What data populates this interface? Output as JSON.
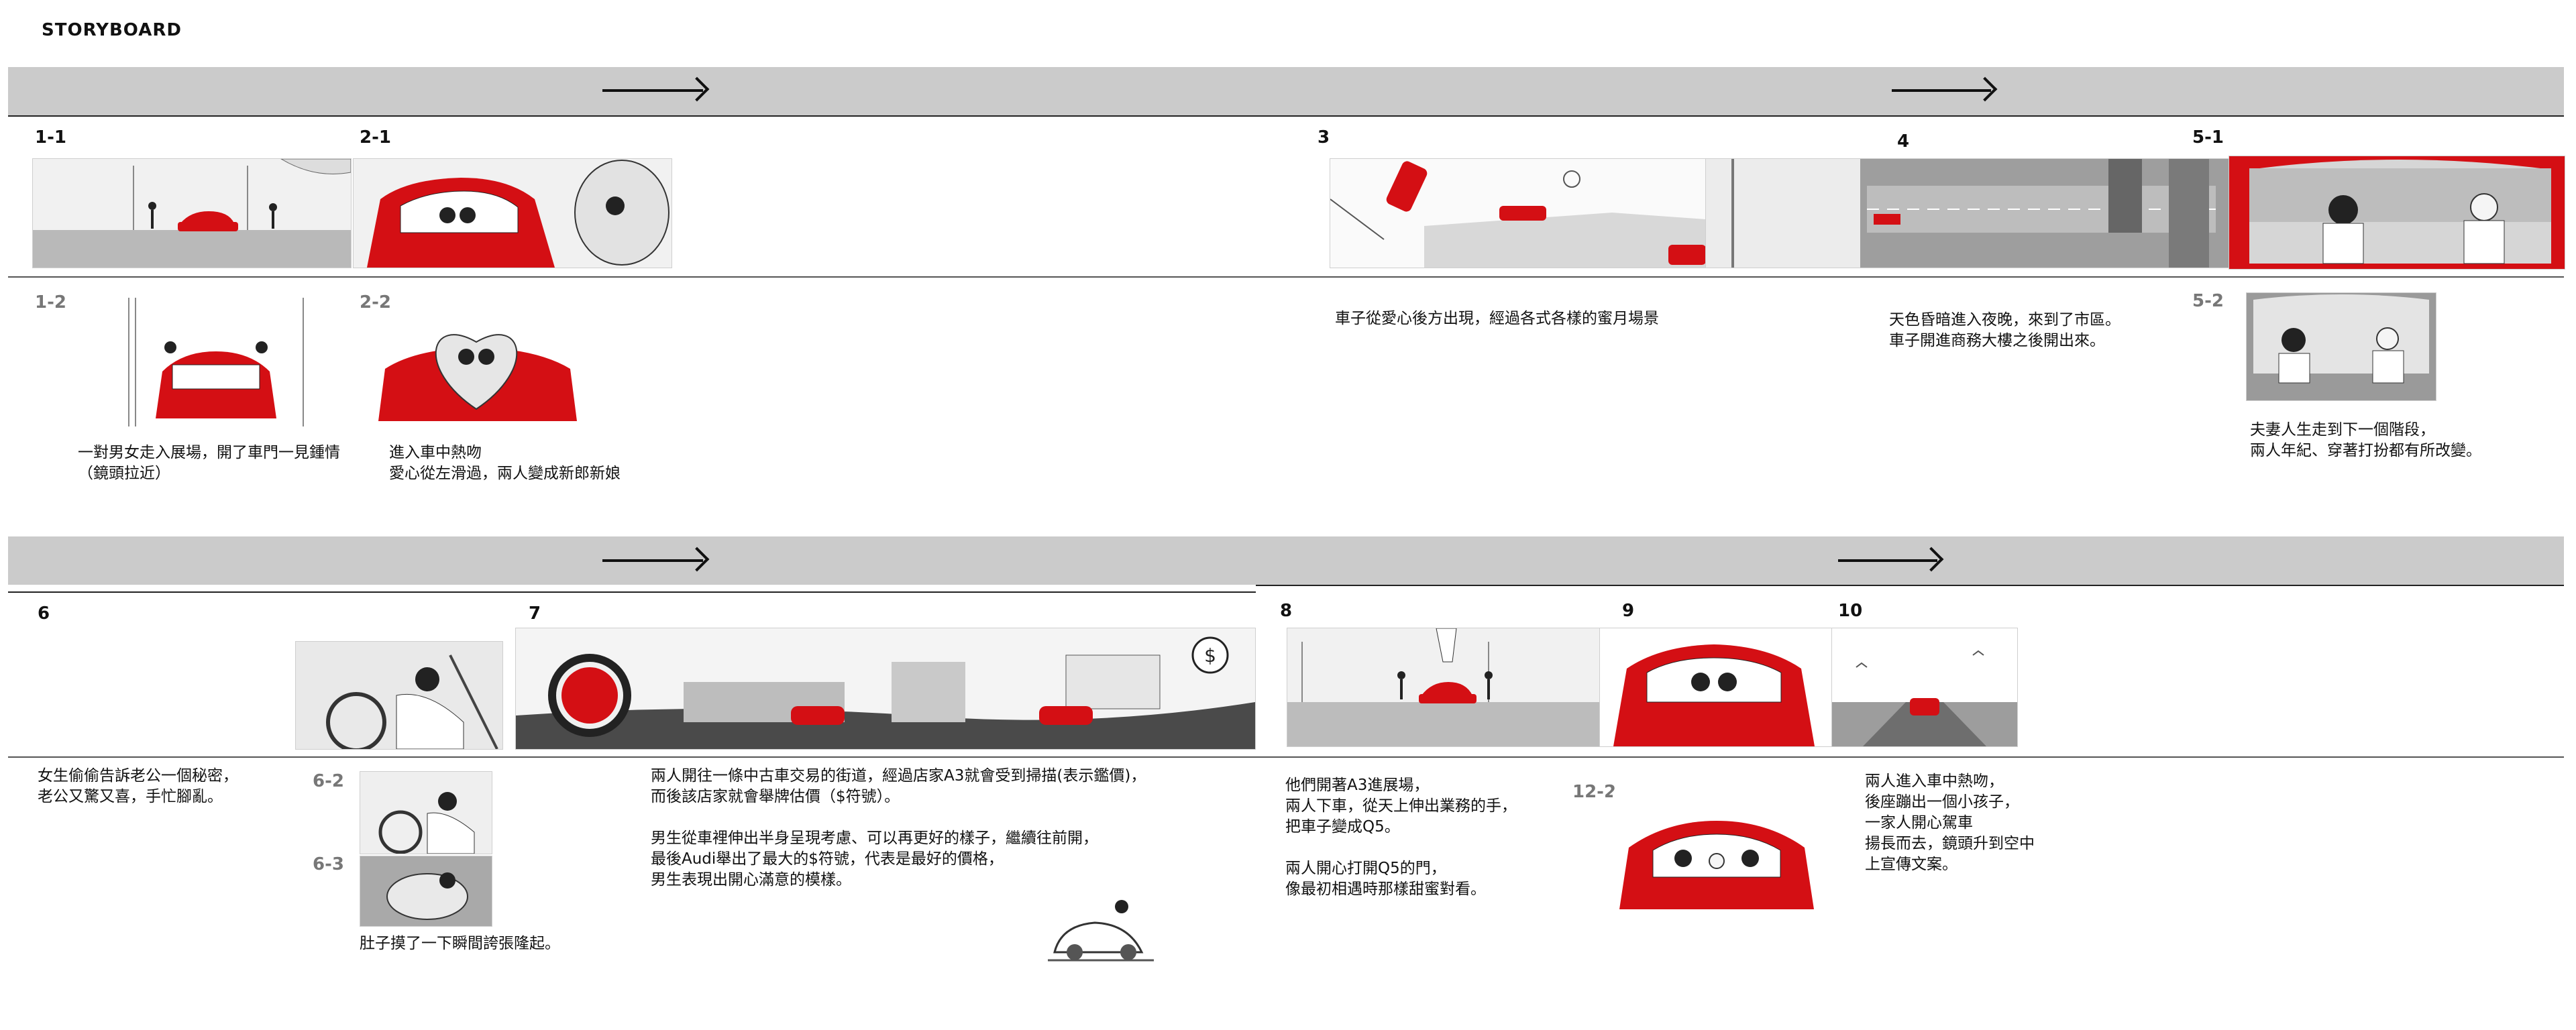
{
  "page": {
    "title": "STORYBOARD"
  },
  "colors": {
    "accent_red": "#d40f14",
    "band_grey": "#cbcbcb",
    "ink": "#111111"
  },
  "scenes": {
    "s1_1": {
      "label": "1-1"
    },
    "s1_2": {
      "label": "1-2",
      "caption": "一對男女走入展場，開了車門一見鍾情\n（鏡頭拉近）"
    },
    "s2_1": {
      "label": "2-1"
    },
    "s2_2": {
      "label": "2-2",
      "caption": "進入車中熱吻\n愛心從左滑過，兩人變成新郎新娘"
    },
    "s3": {
      "label": "3",
      "caption": "車子從愛心後方出現，經過各式各樣的蜜月場景"
    },
    "s4": {
      "label": "4",
      "caption": "天色昏暗進入夜晚，來到了市區。\n車子開進商務大樓之後開出來。"
    },
    "s5_1": {
      "label": "5-1"
    },
    "s5_2": {
      "label": "5-2",
      "caption": "夫妻人生走到下一個階段，\n兩人年紀、穿著打扮都有所改變。"
    },
    "s6": {
      "label": "6",
      "caption": "女生偷偷告訴老公一個秘密，\n老公又驚又喜，手忙腳亂。"
    },
    "s6_2": {
      "label": "6-2"
    },
    "s6_3": {
      "label": "6-3",
      "caption": "肚子摸了一下瞬間誇張隆起。"
    },
    "s7": {
      "label": "7",
      "caption": "兩人開往一條中古車交易的街道，經過店家A3就會受到掃描(表示鑑價)，\n而後該店家就會舉牌估價（$符號）。\n\n男生從車裡伸出半身呈現考慮、可以再更好的樣子，繼續往前開，\n最後Audi舉出了最大的$符號，代表是最好的價格，\n男生表現出開心滿意的模樣。"
    },
    "s8": {
      "label": "8",
      "caption": "他們開著A3進展場，\n兩人下車，從天上伸出業務的手，\n把車子變成Q5。\n\n兩人開心打開Q5的門，\n像最初相遇時那樣甜蜜對看。"
    },
    "s9": {
      "label": "9"
    },
    "s10": {
      "label": "10",
      "caption": "兩人進入車中熱吻，\n後座蹦出一個小孩子，\n一家人開心駕車\n揚長而去，鏡頭升到空中\n上宣傳文案。"
    },
    "s12_2": {
      "label": "12-2"
    },
    "props": {
      "dollar_sign": "$"
    }
  }
}
